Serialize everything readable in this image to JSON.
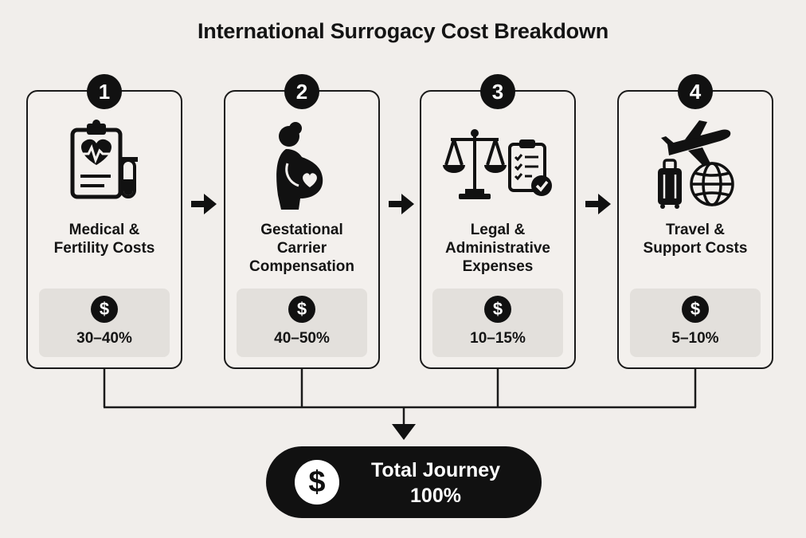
{
  "title": "International Surrogacy Cost Breakdown",
  "currency_symbol": "$",
  "steps": [
    {
      "number": "1",
      "label": "Medical &\nFertility Costs",
      "percentage": "30–40%",
      "icon": "medical-clipboard-heart-test-tube-icon"
    },
    {
      "number": "2",
      "label": "Gestational\nCarrier\nCompensation",
      "percentage": "40–50%",
      "icon": "pregnant-woman-heart-icon"
    },
    {
      "number": "3",
      "label": "Legal &\nAdministrative\nExpenses",
      "percentage": "10–15%",
      "icon": "scales-checklist-icon"
    },
    {
      "number": "4",
      "label": "Travel &\nSupport Costs",
      "percentage": "5–10%",
      "icon": "airplane-luggage-globe-icon"
    }
  ],
  "total": {
    "label": "Total Journey",
    "value": "100%"
  },
  "colors": {
    "background": "#f1eeeb",
    "ink": "#111111",
    "panel": "#e3e0dc"
  }
}
